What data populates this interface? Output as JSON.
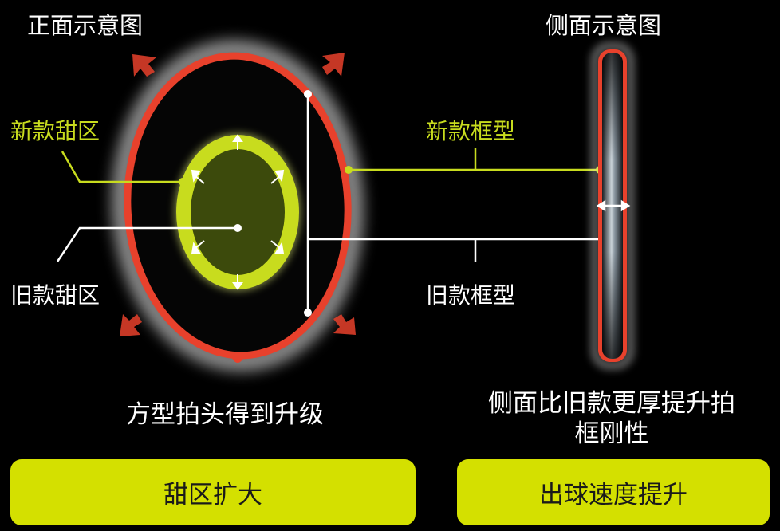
{
  "front_view": {
    "title": "正面示意图",
    "new_sweet_spot_label": "新款甜区",
    "old_sweet_spot_label": "旧款甜区",
    "caption": "方型拍头得到升级"
  },
  "side_view": {
    "title": "侧面示意图",
    "new_frame_label": "新款框型",
    "old_frame_label": "旧款框型",
    "caption": "侧面比旧款更厚提升拍框刚性"
  },
  "buttons": {
    "sweet_spot_enlarged": "甜区扩大",
    "ball_speed_up": "出球速度提升"
  },
  "colors": {
    "background": "#000000",
    "frame_red": "#e8412c",
    "accent_green": "#c8dc1e",
    "sweet_spot_fill": "#3c4a0c",
    "pill_yellow": "#d4e000"
  }
}
